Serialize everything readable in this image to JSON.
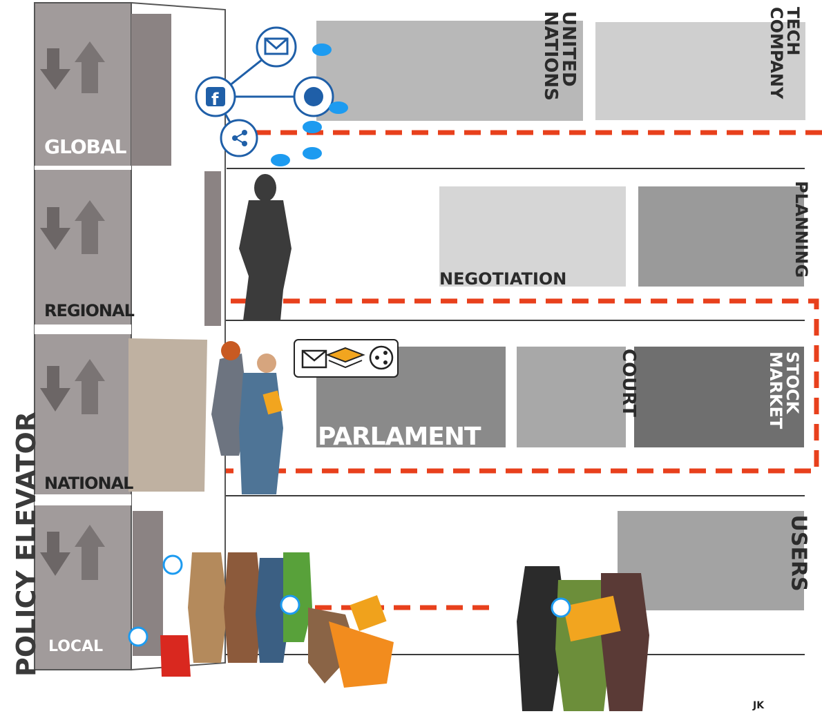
{
  "title_vertical": "POLICY ELEVATOR",
  "levels": [
    {
      "id": "global",
      "label": "GLOBAL"
    },
    {
      "id": "regional",
      "label": "REGIONAL"
    },
    {
      "id": "national",
      "label": "NATIONAL"
    },
    {
      "id": "local",
      "label": "LOCAL"
    }
  ],
  "photos": {
    "un": {
      "label_line1": "UNITED",
      "label_line2": "NATIONS"
    },
    "tech": {
      "label_line1": "TECH",
      "label_line2": "COMPANY"
    },
    "negotiation": {
      "label": "NEGOTIATION"
    },
    "planning": {
      "label": "PLANNING"
    },
    "parlament": {
      "label": "PARLAMENT"
    },
    "court": {
      "label": "COURT"
    },
    "stock": {
      "label_line1": "STOCK",
      "label_line2": "MARKET"
    },
    "users": {
      "label": "USERS"
    }
  },
  "icons": [
    "facebook-icon",
    "email-icon",
    "share-icon",
    "viber-icon",
    "twitter-icon",
    "wifi-icon",
    "layers-icon"
  ],
  "colors": {
    "dashed_boundary": "#e8401c",
    "elevator_fill": "#a19b9b",
    "twitter_blue": "#1d9bf0",
    "social_blue": "#1f5fa8"
  },
  "credit": "JK"
}
